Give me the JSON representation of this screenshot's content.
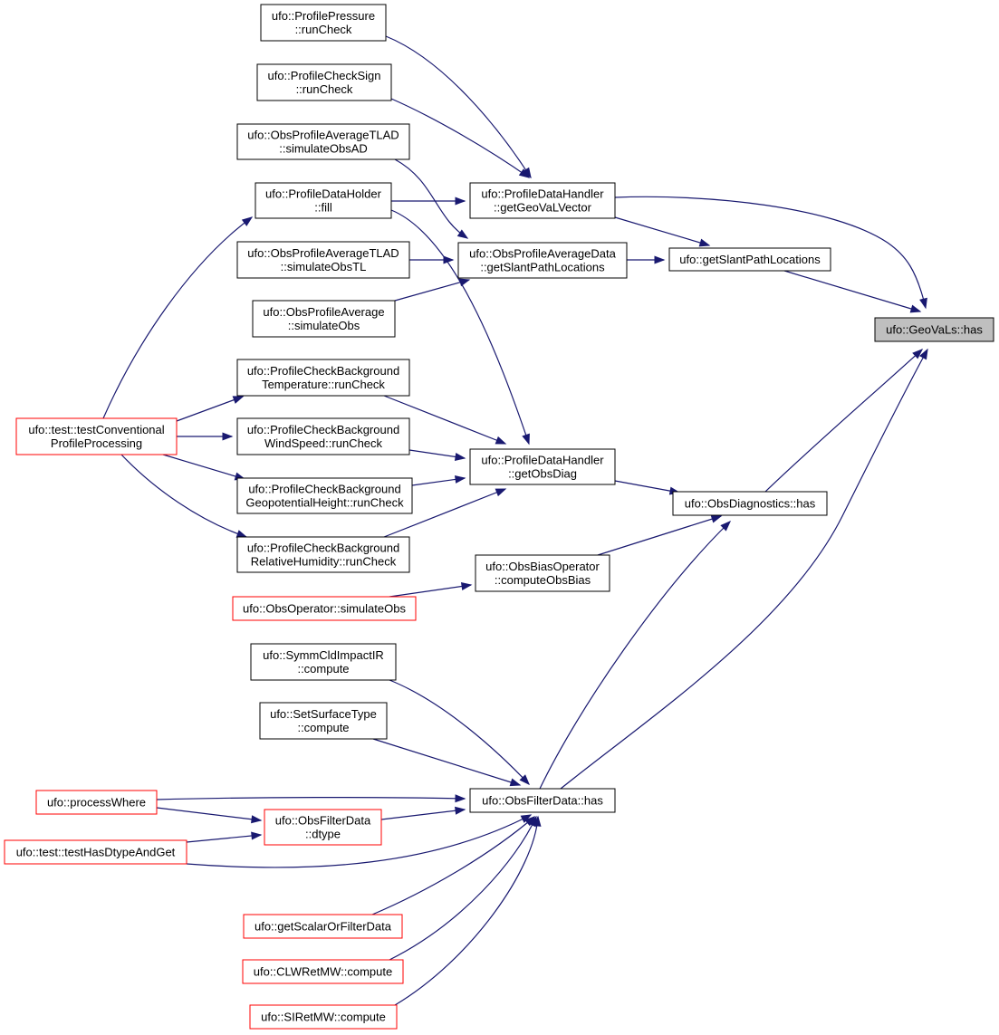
{
  "colors": {
    "edge": "#191970",
    "node_border_normal": "#000000",
    "node_border_truncated": "#ff0000",
    "node_fill": "#ffffff",
    "node_fill_focus": "#bfbfbf"
  },
  "nodes": [
    {
      "id": "geovals-has",
      "lines": [
        "ufo::GeoVaLs::has"
      ],
      "style": "focus"
    },
    {
      "id": "pdh-getgeovalvector",
      "lines": [
        "ufo::ProfileDataHandler",
        "::getGeoVaLVector"
      ],
      "style": "normal"
    },
    {
      "id": "getslantpathlocations",
      "lines": [
        "ufo::getSlantPathLocations"
      ],
      "style": "normal"
    },
    {
      "id": "obsdiagnostics-has",
      "lines": [
        "ufo::ObsDiagnostics::has"
      ],
      "style": "normal"
    },
    {
      "id": "obsfilterdata-has",
      "lines": [
        "ufo::ObsFilterData::has"
      ],
      "style": "normal"
    },
    {
      "id": "profilepressure-runcheck",
      "lines": [
        "ufo::ProfilePressure",
        "::runCheck"
      ],
      "style": "normal"
    },
    {
      "id": "profilechecksign-runcheck",
      "lines": [
        "ufo::ProfileCheckSign",
        "::runCheck"
      ],
      "style": "normal"
    },
    {
      "id": "profiledataholder-fill",
      "lines": [
        "ufo::ProfileDataHolder",
        "::fill"
      ],
      "style": "normal"
    },
    {
      "id": "opad-getslantpathlocations",
      "lines": [
        "ufo::ObsProfileAverageData",
        "::getSlantPathLocations"
      ],
      "style": "normal"
    },
    {
      "id": "opatlad-simulateobsad",
      "lines": [
        "ufo::ObsProfileAverageTLAD",
        "::simulateObsAD"
      ],
      "style": "normal"
    },
    {
      "id": "opatlad-simulateobstl",
      "lines": [
        "ufo::ObsProfileAverageTLAD",
        "::simulateObsTL"
      ],
      "style": "normal"
    },
    {
      "id": "opa-simulateobs",
      "lines": [
        "ufo::ObsProfileAverage",
        "::simulateObs"
      ],
      "style": "normal"
    },
    {
      "id": "test-conventional",
      "lines": [
        "ufo::test::testConventional",
        "ProfileProcessing"
      ],
      "style": "truncated"
    },
    {
      "id": "pdh-getobsdiag",
      "lines": [
        "ufo::ProfileDataHandler",
        "::getObsDiag"
      ],
      "style": "normal"
    },
    {
      "id": "pcb-temperature",
      "lines": [
        "ufo::ProfileCheckBackground",
        "Temperature::runCheck"
      ],
      "style": "normal"
    },
    {
      "id": "pcb-windspeed",
      "lines": [
        "ufo::ProfileCheckBackground",
        "WindSpeed::runCheck"
      ],
      "style": "normal"
    },
    {
      "id": "pcb-geopotential",
      "lines": [
        "ufo::ProfileCheckBackground",
        "GeopotentialHeight::runCheck"
      ],
      "style": "normal"
    },
    {
      "id": "pcb-relhumidity",
      "lines": [
        "ufo::ProfileCheckBackground",
        "RelativeHumidity::runCheck"
      ],
      "style": "normal"
    },
    {
      "id": "obsbiasoperator-computeobsbias",
      "lines": [
        "ufo::ObsBiasOperator",
        "::computeObsBias"
      ],
      "style": "normal"
    },
    {
      "id": "obsoperator-simulateobs",
      "lines": [
        "ufo::ObsOperator::simulateObs"
      ],
      "style": "truncated"
    },
    {
      "id": "symmcldimpactir-compute",
      "lines": [
        "ufo::SymmCldImpactIR",
        "::compute"
      ],
      "style": "normal"
    },
    {
      "id": "setsurfacetype-compute",
      "lines": [
        "ufo::SetSurfaceType",
        "::compute"
      ],
      "style": "normal"
    },
    {
      "id": "processwhere",
      "lines": [
        "ufo::processWhere"
      ],
      "style": "truncated"
    },
    {
      "id": "obsfilterdata-dtype",
      "lines": [
        "ufo::ObsFilterData",
        "::dtype"
      ],
      "style": "truncated"
    },
    {
      "id": "test-hasdtypeandget",
      "lines": [
        "ufo::test::testHasDtypeAndGet"
      ],
      "style": "truncated"
    },
    {
      "id": "getscalarorfilterdata",
      "lines": [
        "ufo::getScalarOrFilterData"
      ],
      "style": "truncated"
    },
    {
      "id": "clwretmw-compute",
      "lines": [
        "ufo::CLWRetMW::compute"
      ],
      "style": "truncated"
    },
    {
      "id": "siretmw-compute",
      "lines": [
        "ufo::SIRetMW::compute"
      ],
      "style": "truncated"
    }
  ],
  "edges": [
    {
      "from": "pdh-getgeovalvector",
      "to": "geovals-has"
    },
    {
      "from": "getslantpathlocations",
      "to": "geovals-has"
    },
    {
      "from": "obsdiagnostics-has",
      "to": "geovals-has"
    },
    {
      "from": "obsfilterdata-has",
      "to": "geovals-has"
    },
    {
      "from": "profilepressure-runcheck",
      "to": "pdh-getgeovalvector"
    },
    {
      "from": "profilechecksign-runcheck",
      "to": "pdh-getgeovalvector"
    },
    {
      "from": "profiledataholder-fill",
      "to": "pdh-getgeovalvector"
    },
    {
      "from": "pdh-getgeovalvector",
      "to": "getslantpathlocations"
    },
    {
      "from": "opad-getslantpathlocations",
      "to": "getslantpathlocations"
    },
    {
      "from": "opatlad-simulateobsad",
      "to": "opad-getslantpathlocations"
    },
    {
      "from": "opatlad-simulateobstl",
      "to": "opad-getslantpathlocations"
    },
    {
      "from": "opa-simulateobs",
      "to": "opad-getslantpathlocations"
    },
    {
      "from": "test-conventional",
      "to": "profiledataholder-fill"
    },
    {
      "from": "profiledataholder-fill",
      "to": "pdh-getobsdiag"
    },
    {
      "from": "pcb-temperature",
      "to": "pdh-getobsdiag"
    },
    {
      "from": "pcb-windspeed",
      "to": "pdh-getobsdiag"
    },
    {
      "from": "pcb-geopotential",
      "to": "pdh-getobsdiag"
    },
    {
      "from": "pcb-relhumidity",
      "to": "pdh-getobsdiag"
    },
    {
      "from": "test-conventional",
      "to": "pcb-temperature"
    },
    {
      "from": "test-conventional",
      "to": "pcb-windspeed"
    },
    {
      "from": "test-conventional",
      "to": "pcb-geopotential"
    },
    {
      "from": "test-conventional",
      "to": "pcb-relhumidity"
    },
    {
      "from": "pdh-getobsdiag",
      "to": "obsdiagnostics-has"
    },
    {
      "from": "obsbiasoperator-computeobsbias",
      "to": "obsdiagnostics-has"
    },
    {
      "from": "obsfilterdata-has",
      "to": "obsdiagnostics-has"
    },
    {
      "from": "obsoperator-simulateobs",
      "to": "obsbiasoperator-computeobsbias"
    },
    {
      "from": "symmcldimpactir-compute",
      "to": "obsfilterdata-has"
    },
    {
      "from": "setsurfacetype-compute",
      "to": "obsfilterdata-has"
    },
    {
      "from": "processwhere",
      "to": "obsfilterdata-has"
    },
    {
      "from": "processwhere",
      "to": "obsfilterdata-dtype"
    },
    {
      "from": "obsfilterdata-dtype",
      "to": "obsfilterdata-has"
    },
    {
      "from": "test-hasdtypeandget",
      "to": "obsfilterdata-dtype"
    },
    {
      "from": "test-hasdtypeandget",
      "to": "obsfilterdata-has"
    },
    {
      "from": "getscalarorfilterdata",
      "to": "obsfilterdata-has"
    },
    {
      "from": "clwretmw-compute",
      "to": "obsfilterdata-has"
    },
    {
      "from": "siretmw-compute",
      "to": "obsfilterdata-has"
    }
  ]
}
